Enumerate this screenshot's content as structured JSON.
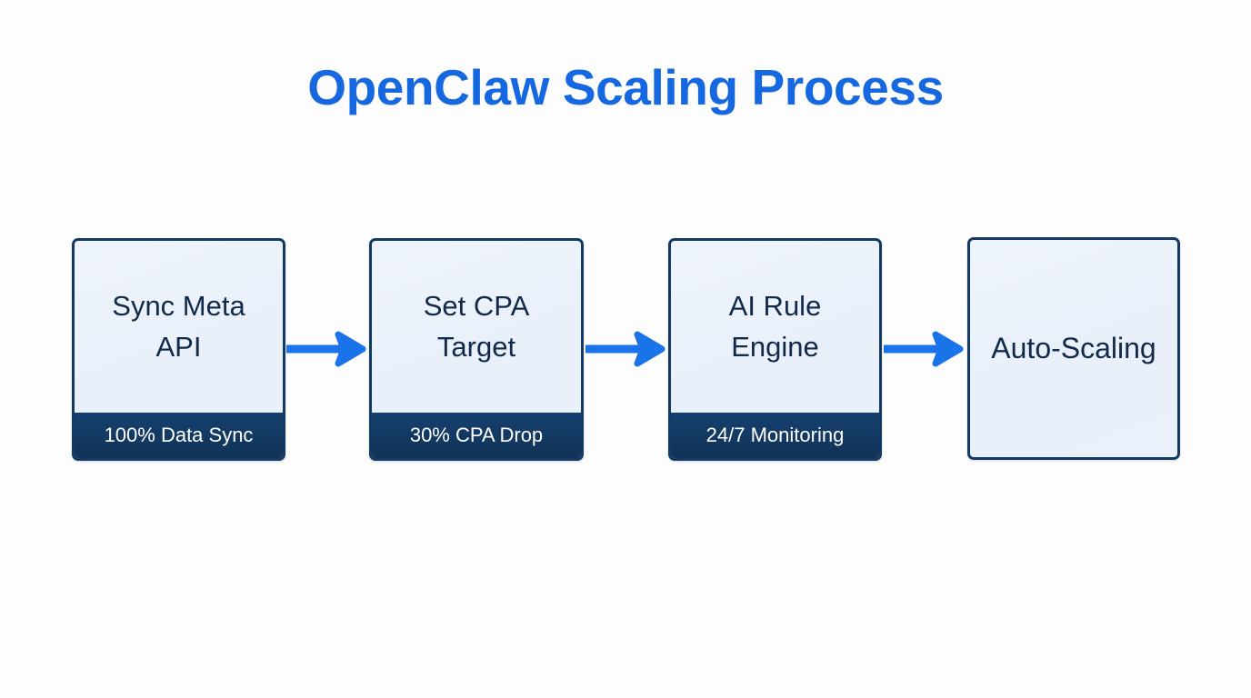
{
  "page": {
    "title": "OpenClaw Scaling Process",
    "background_color": "#fdfdfd",
    "title_color": "#1668e0"
  },
  "theme": {
    "node_border_color": "#133a63",
    "node_fill_color": "#eef3fa",
    "node_text_color": "#11294a",
    "footer_background_color": "#123b67",
    "footer_text_color": "#ffffff",
    "arrow_color": "#1a73e8"
  },
  "flow": {
    "nodes": [
      {
        "label": "Sync Meta API",
        "line1": "Sync Meta",
        "line2": "API",
        "footer": "100% Data Sync",
        "has_footer": true
      },
      {
        "label": "Set CPA Target",
        "line1": "Set CPA",
        "line2": "Target",
        "footer": "30% CPA Drop",
        "has_footer": true
      },
      {
        "label": "AI Rule Engine",
        "line1": "AI Rule",
        "line2": "Engine",
        "footer": "24/7 Monitoring",
        "has_footer": true
      },
      {
        "label": "Auto-Scaling",
        "line1": "Auto-Scaling",
        "line2": "",
        "footer": "",
        "has_footer": false
      }
    ],
    "connectors": [
      {
        "name": "arrow-1",
        "from": "Sync Meta API",
        "to": "Set CPA Target",
        "direction": "right"
      },
      {
        "name": "arrow-2",
        "from": "Set CPA Target",
        "to": "AI Rule Engine",
        "direction": "right"
      },
      {
        "name": "arrow-3",
        "from": "AI Rule Engine",
        "to": "Auto-Scaling",
        "direction": "right"
      }
    ]
  }
}
